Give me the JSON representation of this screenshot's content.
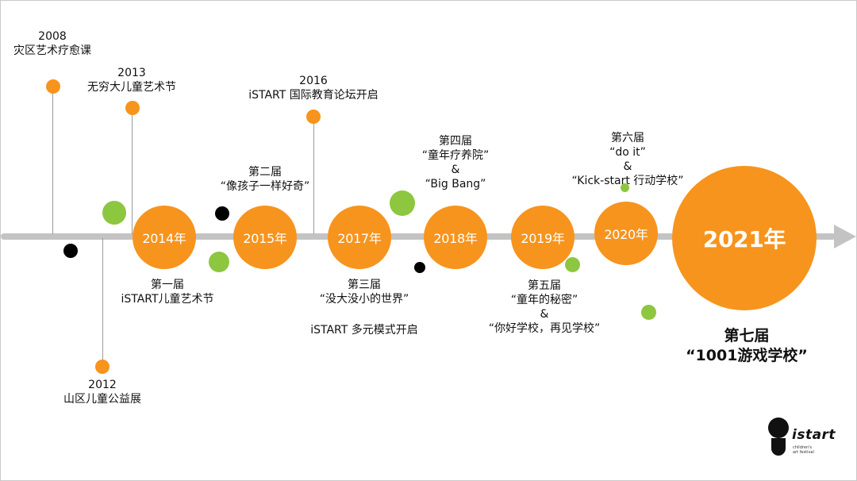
{
  "timeline": {
    "milestones": [
      {
        "year": "2008",
        "text": "灾区艺术疗愈课"
      },
      {
        "year": "2013",
        "text": "无穷大儿童艺术节"
      },
      {
        "year": "2016",
        "text": "iSTART 国际教育论坛开启"
      },
      {
        "year": "2012",
        "text": "山区儿童公益展"
      }
    ],
    "years": [
      "2014年",
      "2015年",
      "2017年",
      "2018年",
      "2019年",
      "2020年",
      "2021年"
    ],
    "editions": [
      {
        "lines": [
          "第一届",
          "iSTART儿童艺术节"
        ]
      },
      {
        "lines": [
          "第二届",
          "“像孩子一样好奇”"
        ]
      },
      {
        "lines": [
          "第三届",
          "“没大没小的世界”"
        ]
      },
      {
        "lines": [
          "iSTART 多元模式开启"
        ]
      },
      {
        "lines": [
          "第四届",
          "“童年疗养院”",
          "&",
          "“Big Bang”"
        ]
      },
      {
        "lines": [
          "第五届",
          "“童年的秘密”",
          "&",
          "“你好学校，再见学校”"
        ]
      },
      {
        "lines": [
          "第六届",
          "“do it”",
          "&",
          "“Kick-start 行动学校”"
        ]
      },
      {
        "lines": [
          "第七届",
          "“1001游戏学校”"
        ]
      }
    ]
  },
  "logo": {
    "word": "istart",
    "tagline": [
      "children's",
      "art festival"
    ]
  },
  "colors": {
    "orange": "#f7941d",
    "green": "#8dc63f",
    "axis": "#c3c3c3"
  }
}
